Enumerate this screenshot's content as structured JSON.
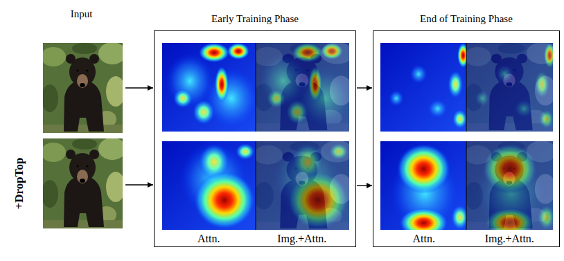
{
  "diagram": {
    "nodes": [
      {
        "text": [
          "Input"
        ]
      },
      {
        "text": [
          "Early Training Phase",
          "Attn.",
          "Img.+Attn."
        ]
      },
      {
        "text": [
          "End of Training Phase",
          "Attn.",
          "Img.+Attn."
        ]
      }
    ],
    "edges": [
      {
        "from": 0,
        "to": 1,
        "arrow": "to"
      },
      {
        "from": 0,
        "to": 1,
        "arrow": "to"
      },
      {
        "from": 1,
        "to": 2,
        "arrow": "to"
      },
      {
        "from": 1,
        "to": 2,
        "arrow": "to"
      }
    ],
    "labels": [
      "+DropTop"
    ]
  }
}
